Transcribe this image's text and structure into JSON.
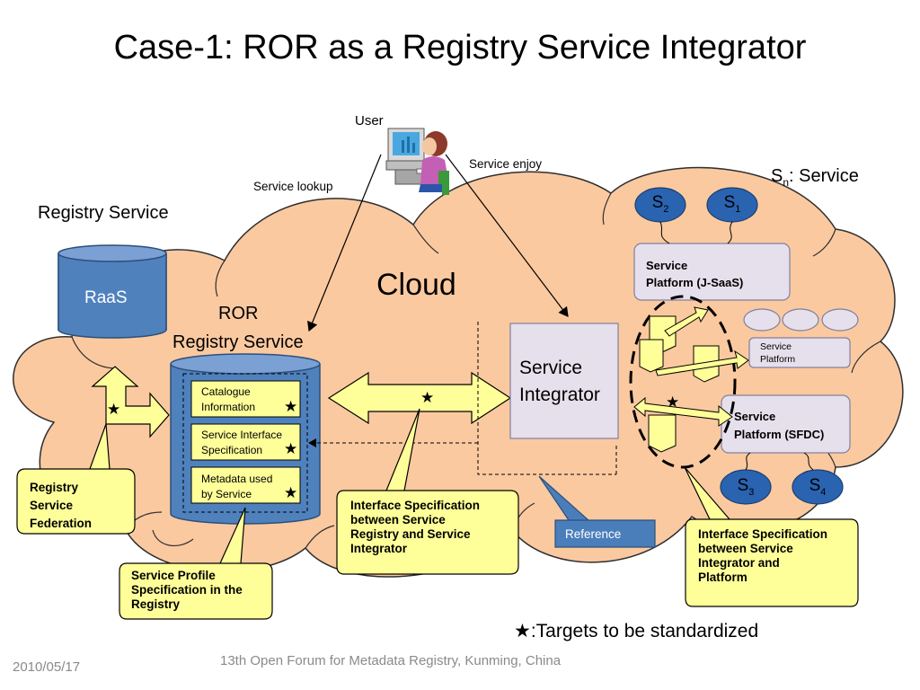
{
  "title": "Case-1: ROR as a Registry Service Integrator",
  "labels": {
    "user": "User",
    "service_lookup": "Service lookup",
    "service_enjoy": "Service enjoy",
    "sn_service_prefix": "S",
    "sn_service_sub": "n",
    "sn_service_suffix": ": Service",
    "registry_service": "Registry Service",
    "cloud": "Cloud",
    "raas": "RaaS",
    "ror_line1": "ROR",
    "ror_line2": "Registry Service",
    "service_integrator_line1": "Service",
    "service_integrator_line2": "Integrator"
  },
  "ror_items": [
    {
      "line1": "Catalogue",
      "line2": "Information"
    },
    {
      "line1": "Service Interface",
      "line2": "Specification"
    },
    {
      "line1": "Metadata used",
      "line2": "by Service"
    }
  ],
  "services": {
    "s2": {
      "letter": "S",
      "sub": "2"
    },
    "s1": {
      "letter": "S",
      "sub": "1"
    },
    "s3": {
      "letter": "S",
      "sub": "3"
    },
    "s4": {
      "letter": "S",
      "sub": "4"
    }
  },
  "platforms": {
    "jsaas": {
      "line1": "Service",
      "line2": "Platform (J-SaaS)"
    },
    "generic": {
      "line1": "Service",
      "line2": "Platform"
    },
    "sfdc": {
      "line1": "Service",
      "line2": "Platform (SFDC)"
    }
  },
  "callouts": {
    "registry_federation": {
      "l1": "Registry",
      "l2": "Service",
      "l3": "Federation"
    },
    "service_profile": {
      "l1": "Service Profile",
      "l2": "Specification in the",
      "l3": "Registry"
    },
    "interface_registry": {
      "l1": "Interface Specification",
      "l2": "between Service",
      "l3": "Registry and Service",
      "l4": "Integrator"
    },
    "reference": "Reference",
    "interface_platform": {
      "l1": "Interface Specification",
      "l2": "between Service",
      "l3": "Integrator and",
      "l4": "Platform"
    }
  },
  "legend": {
    "star": "★",
    "text": ":Targets to be standardized"
  },
  "footer": {
    "date": "2010/05/17",
    "forum": "13th Open Forum for Metadata Registry, Kunming, China"
  },
  "colors": {
    "cloud_fill": "#fbc9a0",
    "cloud_stroke": "#2f2f2f",
    "db_fill": "#4f81bd",
    "db_stroke": "#2c4f7a",
    "callout_fill": "#ffff99",
    "reference_fill": "#4a7ebb",
    "platform_fill": "#e6e0ec",
    "service_circle_fill": "#2a63b0"
  }
}
